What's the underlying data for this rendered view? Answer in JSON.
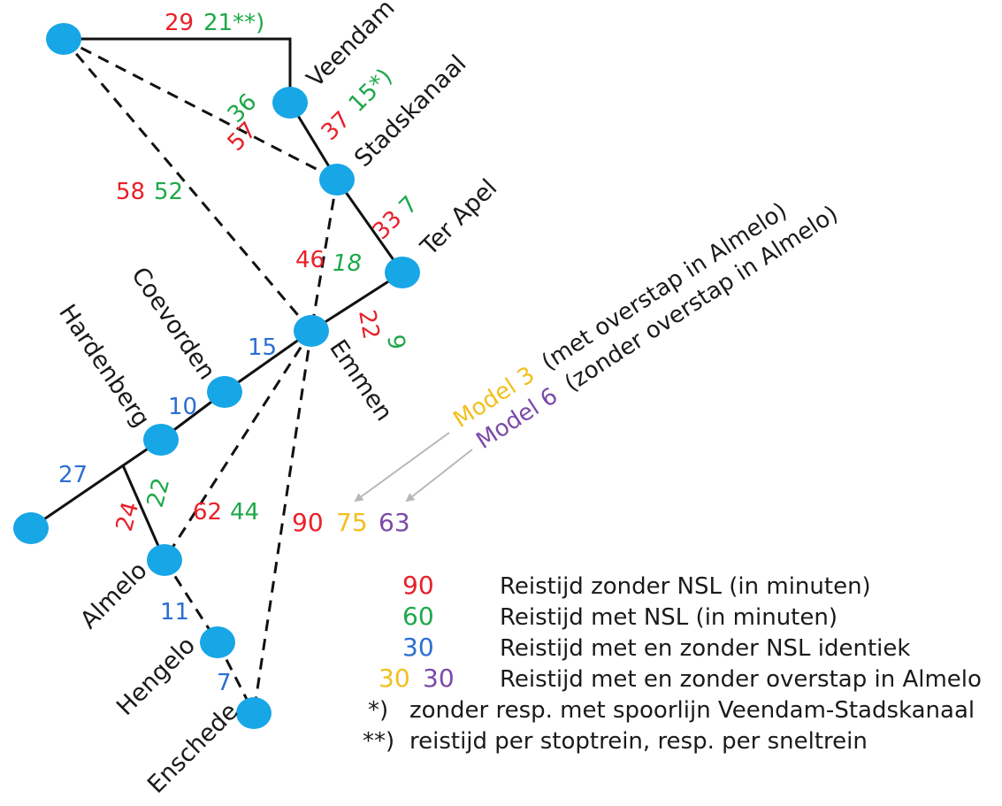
{
  "colors": {
    "red": "#e8202a",
    "green": "#1ea84a",
    "blue": "#2b6fd1",
    "yellow": "#f2c01e",
    "purple": "#7b4aa8",
    "node": "#17a6e6"
  },
  "cities": {
    "veendam": "Veendam",
    "stadskanaal": "Stadskanaal",
    "ter_apel": "Ter Apel",
    "emmen": "Emmen",
    "coevorden": "Coevorden",
    "hardenberg": "Hardenberg",
    "almelo": "Almelo",
    "hengelo": "Hengelo",
    "enschede": "Enschede"
  },
  "edge_labels": {
    "top_red": "29",
    "top_green": "21**)",
    "veendam_stad_red": "37",
    "veendam_stad_green": "15*)",
    "diag_stad_red": "57",
    "diag_stad_green": "36",
    "diag_emmen_red": "58",
    "diag_emmen_green": "52",
    "stad_terapel_red": "33",
    "stad_terapel_green": "7",
    "stad_emmen_red": "46",
    "stad_emmen_green": "18",
    "emmen_terapel_red": "22",
    "emmen_terapel_green": "9",
    "coev_emmen_blue": "15",
    "hard_coev_blue": "10",
    "left_hard_blue": "27",
    "hard_almelo_red": "24",
    "hard_almelo_green": "22",
    "emmen_almelo_red": "62",
    "emmen_almelo_green": "44",
    "almelo_hengelo_blue": "11",
    "hengelo_enschede_blue": "7"
  },
  "models": {
    "model3_label": "Model 3",
    "model3_desc": "(met overstap in Almelo)",
    "model6_label": "Model 6",
    "model6_desc": "(zonder overstap in Almelo)",
    "val_red": "90",
    "val_yellow": "75",
    "val_purple": "63"
  },
  "legend": [
    {
      "key": "90",
      "text": "Reistijd zonder NSL (in minuten)"
    },
    {
      "key": "60",
      "text": "Reistijd met NSL (in minuten)"
    },
    {
      "key": "30",
      "text": "Reistijd met en zonder NSL identiek"
    },
    {
      "key_a": "30",
      "key_b": "30",
      "text": "Reistijd met en zonder overstap in Almelo"
    },
    {
      "key": "*)",
      "text": "zonder resp. met spoorlijn Veendam-Stadskanaal"
    },
    {
      "key": "**)",
      "text": "reistijd per stoptrein, resp. per sneltrein"
    }
  ]
}
